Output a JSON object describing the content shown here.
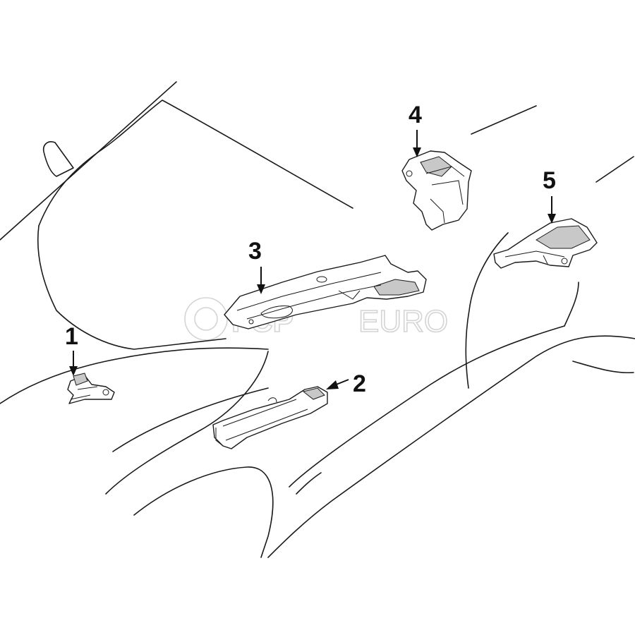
{
  "diagram": {
    "callouts": [
      "1",
      "2",
      "3",
      "4",
      "5"
    ]
  },
  "watermark": {
    "brand": "FCP",
    "suffix": "EURO"
  },
  "colors": {
    "line": "#1a1a1a",
    "watermark": "#d4d4d4",
    "background": "#ffffff"
  }
}
